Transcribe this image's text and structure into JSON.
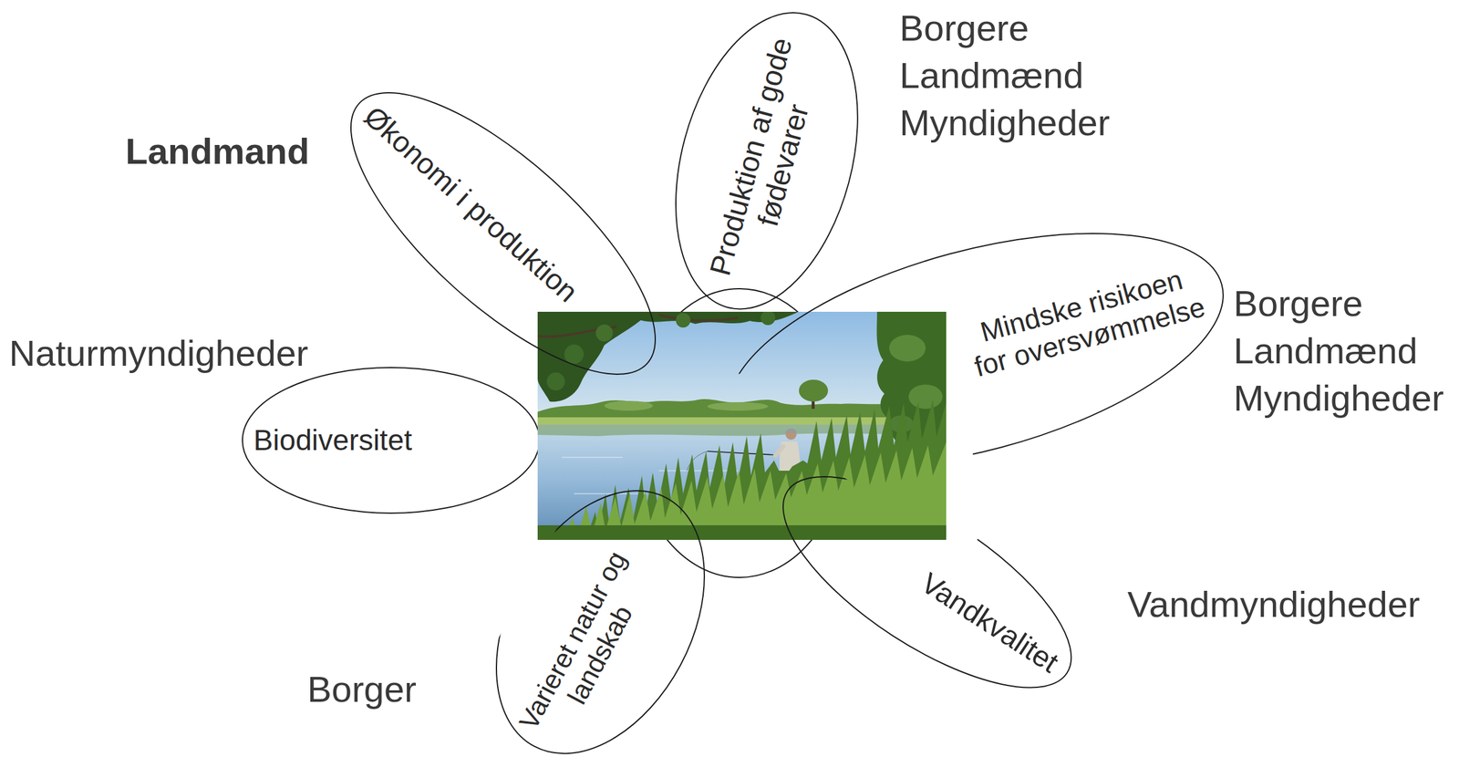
{
  "diagram": {
    "nodes": [
      {
        "text": [
          "Økonomi i produktion"
        ]
      },
      {
        "text": [
          "Produktion af gode fødevarer"
        ]
      },
      {
        "text": [
          "Mindske risikoen for oversvømmelse"
        ]
      },
      {
        "text": [
          "Vandkvalitet"
        ]
      },
      {
        "text": [
          "Varieret natur og landskab"
        ]
      },
      {
        "text": [
          "Biodiversitet"
        ]
      }
    ],
    "labels": [
      "Borgere Landmænd Myndigheder",
      "Landmand",
      "Borgere Landmænd Myndigheder",
      "Naturmyndigheder",
      "Vandmyndigheder",
      "Borger"
    ]
  }
}
